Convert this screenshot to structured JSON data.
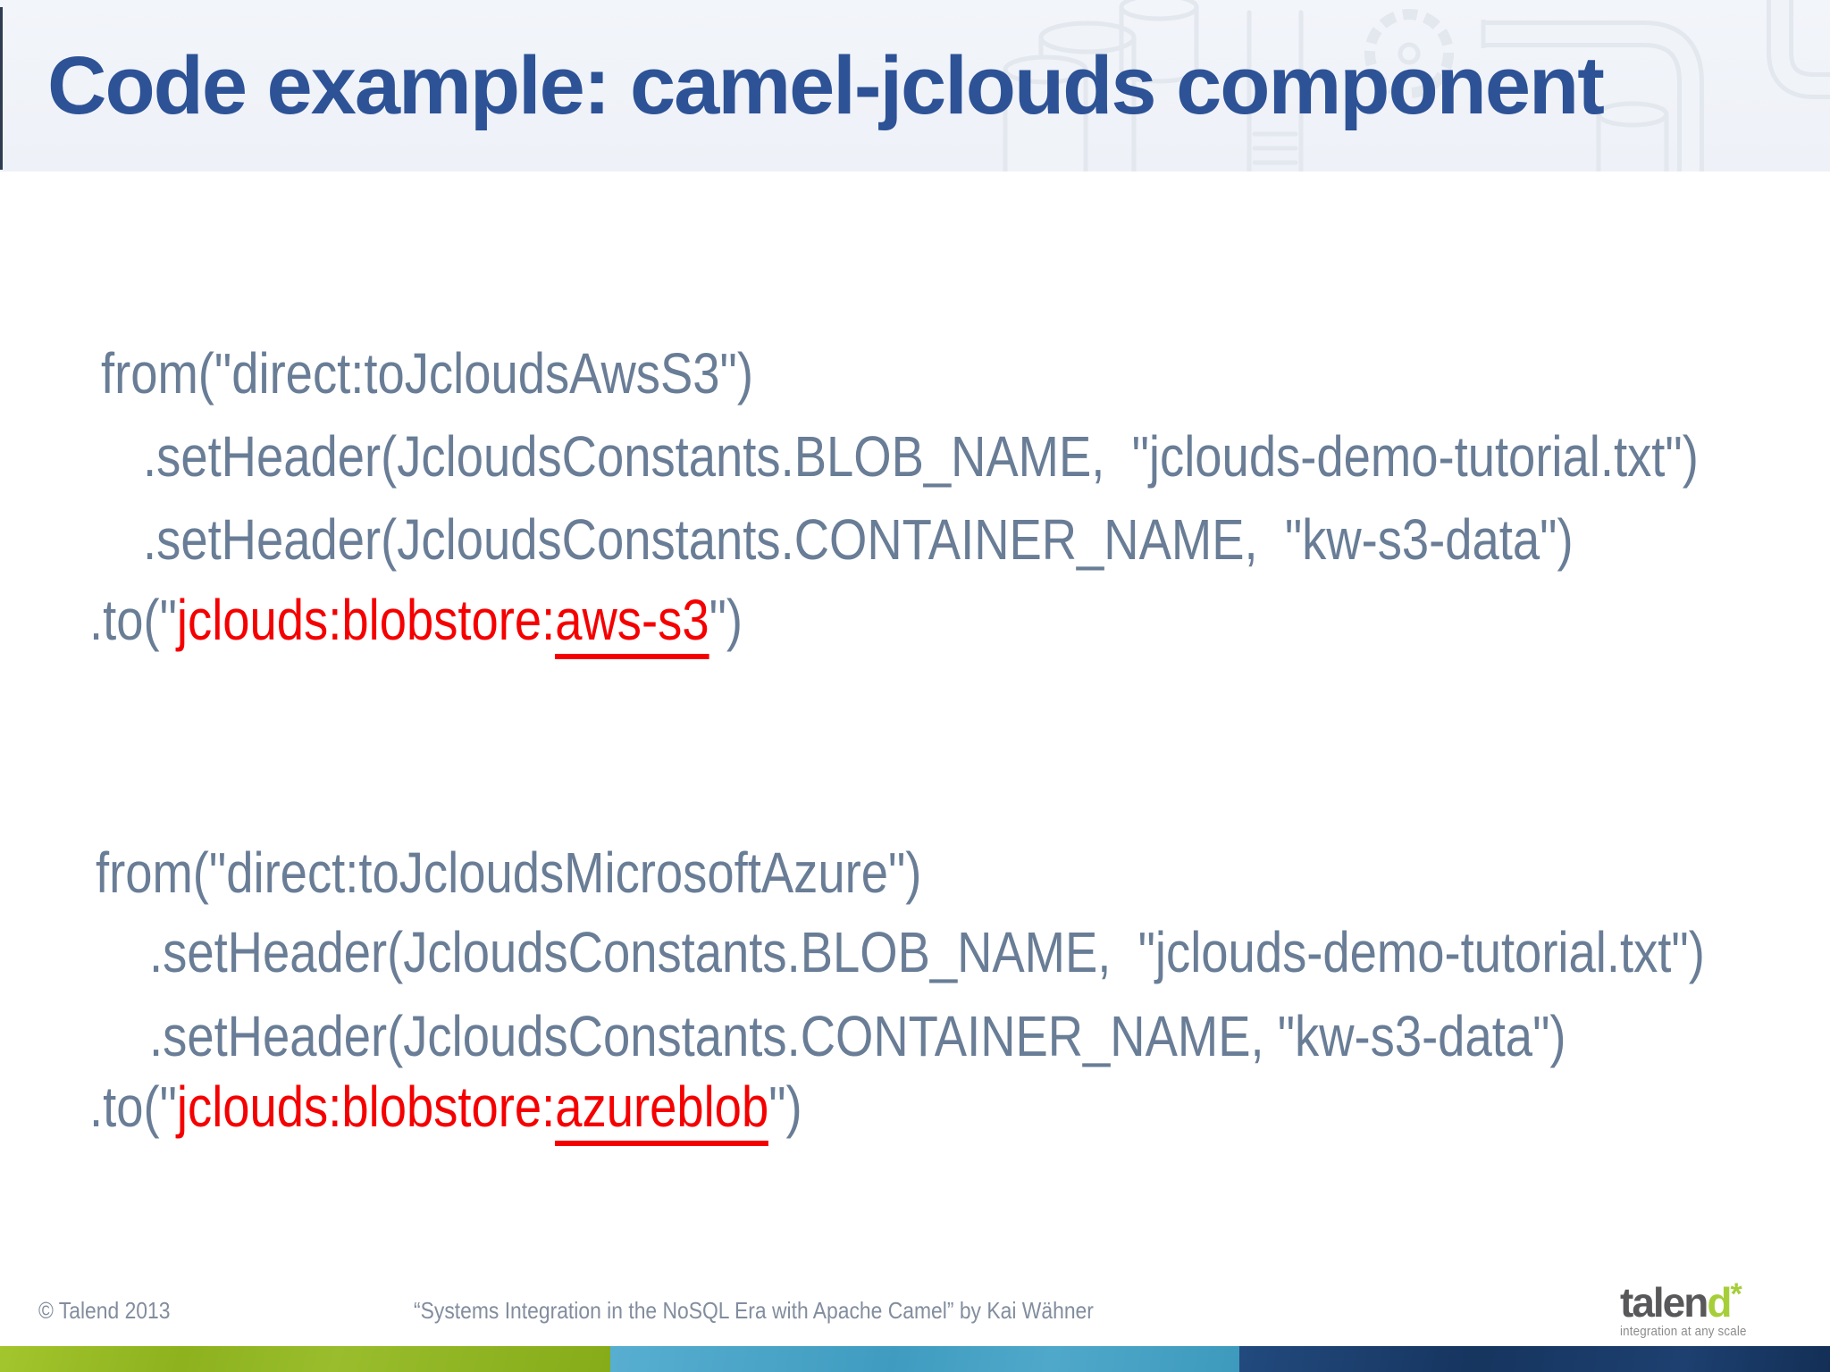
{
  "header": {
    "title": "Code example: camel-jclouds component"
  },
  "code": {
    "block1": {
      "line1": "from(\"direct:toJcloudsAwsS3\")",
      "line2": ".setHeader(JcloudsConstants.BLOB_NAME,  \"jclouds-demo-tutorial.txt\")",
      "line3": ".setHeader(JcloudsConstants.CONTAINER_NAME,  \"kw-s3-data\")",
      "to_prefix": ".to(\"",
      "to_scheme": "jclouds:blobstore:",
      "to_provider": "aws-s3",
      "to_suffix": "\")"
    },
    "block2": {
      "line1": "from(\"direct:toJcloudsMicrosoftAzure\")",
      "line2": ".setHeader(JcloudsConstants.BLOB_NAME,  \"jclouds-demo-tutorial.txt\")",
      "line3": ".setHeader(JcloudsConstants.CONTAINER_NAME, \"kw-s3-data\")",
      "to_prefix": ".to(\"",
      "to_scheme": "jclouds:blobstore:",
      "to_provider": "azureblob",
      "to_suffix": "\")"
    }
  },
  "footer": {
    "copyright": "© Talend 2013",
    "citation": "“Systems Integration in the NoSQL Era with Apache Camel” by Kai Wähner",
    "logo": {
      "wordmark_gray": "talen",
      "wordmark_green": "d",
      "asterisk": "*",
      "tagline": "integration at any scale"
    }
  },
  "colors": {
    "title_blue": "#2d5296",
    "code_text": "#697d96",
    "code_highlight_red": "#f50000",
    "header_background": "#f0f3f8",
    "sketch_stroke": "#e3e7ee",
    "footer_text": "#828d9e",
    "logo_gray": "#58585a",
    "logo_green": "#a5ce39",
    "strip_green": "#8ab221",
    "strip_blue": "#47a3c6",
    "strip_navy": "#1b3e6d"
  }
}
